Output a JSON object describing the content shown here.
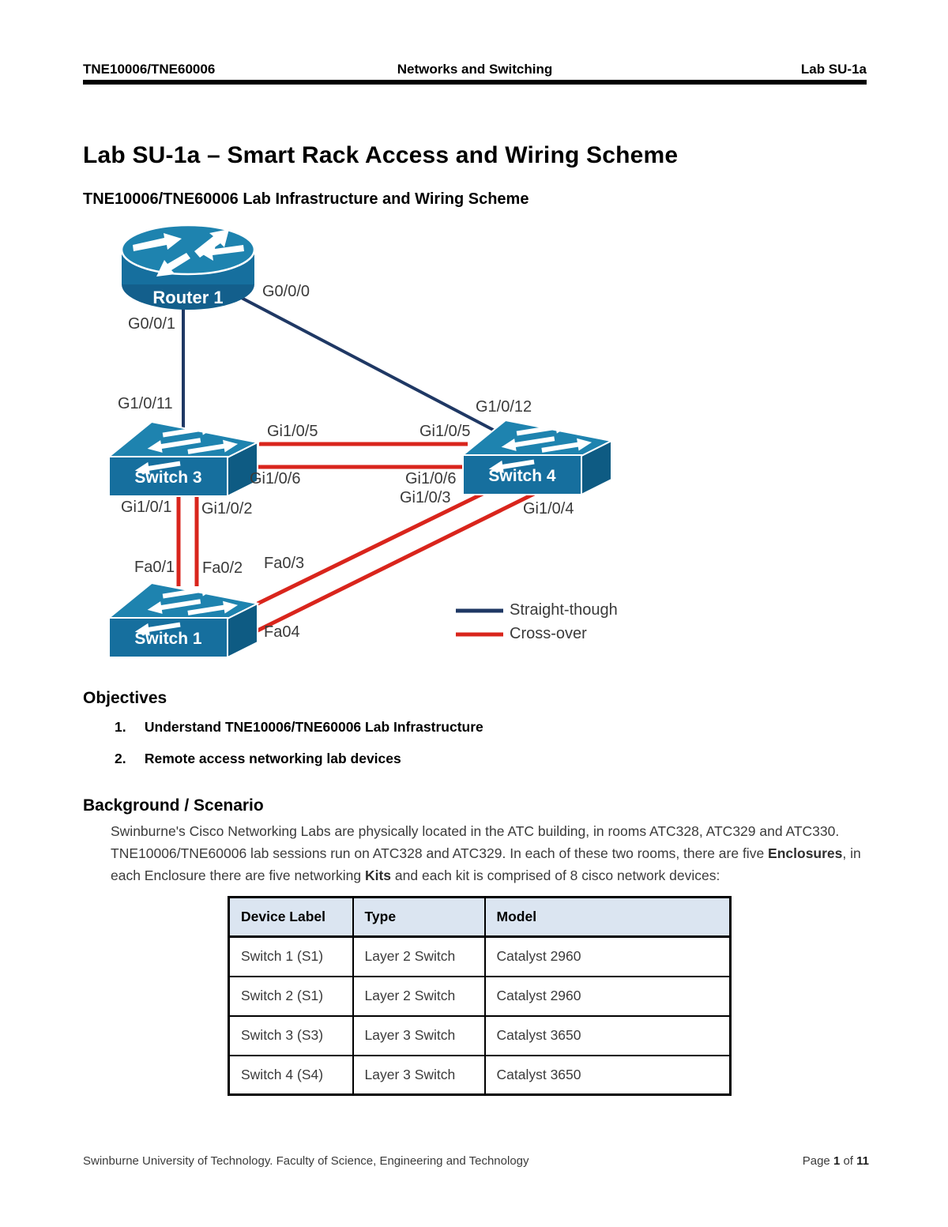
{
  "header": {
    "left": "TNE10006/TNE60006",
    "center": "Networks and Switching",
    "right": "Lab SU-1a"
  },
  "title": "Lab SU-1a – Smart Rack Access and Wiring Scheme",
  "subtitle": "TNE10006/TNE60006 Lab Infrastructure and Wiring Scheme",
  "diagram": {
    "devices": [
      {
        "id": "router1",
        "label": "Router 1",
        "type": "router"
      },
      {
        "id": "switch3",
        "label": "Switch 3",
        "type": "switch"
      },
      {
        "id": "switch4",
        "label": "Switch 4",
        "type": "switch"
      },
      {
        "id": "switch1",
        "label": "Switch 1",
        "type": "switch"
      }
    ],
    "ports": [
      {
        "text": "G0/0/0"
      },
      {
        "text": "G0/0/1"
      },
      {
        "text": "G1/0/11"
      },
      {
        "text": "G1/0/12"
      },
      {
        "text": "Gi1/0/5"
      },
      {
        "text": "Gi1/0/5"
      },
      {
        "text": "Gi1/0/6"
      },
      {
        "text": "Gi1/0/6"
      },
      {
        "text": "Gi1/0/1"
      },
      {
        "text": "Gi1/0/2"
      },
      {
        "text": "Gi1/0/3"
      },
      {
        "text": "Gi1/0/4"
      },
      {
        "text": "Fa0/1"
      },
      {
        "text": "Fa0/2"
      },
      {
        "text": "Fa0/3"
      },
      {
        "text": "Fa04"
      }
    ],
    "links": [
      {
        "from": "Router1 G0/0/1",
        "to": "Switch3 G1/0/11",
        "type": "straight"
      },
      {
        "from": "Router1 G0/0/0",
        "to": "Switch4 G1/0/12",
        "type": "straight"
      },
      {
        "from": "Switch3 Gi1/0/5",
        "to": "Switch4 Gi1/0/5",
        "type": "cross"
      },
      {
        "from": "Switch3 Gi1/0/6",
        "to": "Switch4 Gi1/0/6",
        "type": "cross"
      },
      {
        "from": "Switch3 Gi1/0/1",
        "to": "Switch1 Fa0/1",
        "type": "cross"
      },
      {
        "from": "Switch3 Gi1/0/2",
        "to": "Switch1 Fa0/2",
        "type": "cross"
      },
      {
        "from": "Switch4 Gi1/0/3",
        "to": "Switch1 Fa0/3",
        "type": "cross"
      },
      {
        "from": "Switch4 Gi1/0/4",
        "to": "Switch1 Fa04",
        "type": "cross"
      }
    ],
    "legend": {
      "straight": "Straight-though",
      "cross": "Cross-over"
    },
    "colors": {
      "device_front": "#166F9E",
      "device_top": "#1E83AF",
      "device_side": "#0E5B83",
      "straight_wire": "#1F3864",
      "cross_wire": "#D9251C"
    }
  },
  "objectives": {
    "heading": "Objectives",
    "items": [
      {
        "num": "1.",
        "text": "Understand TNE10006/TNE60006 Lab Infrastructure"
      },
      {
        "num": "2.",
        "text": "Remote access networking lab devices"
      }
    ]
  },
  "background": {
    "heading": "Background / Scenario",
    "p1": "Swinburne's Cisco Networking Labs are physically located in the ATC building, in rooms ATC328, ATC329 and ATC330. TNE10006/TNE60006 lab sessions run on ATC328 and ATC329. In each of these two rooms, there are five ",
    "b1": "Enclosures",
    "p2": ", in each Enclosure there are five networking ",
    "b2": "Kits",
    "p3": " and each kit is comprised of 8 cisco network devices:"
  },
  "table": {
    "headers": [
      "Device Label",
      "Type",
      "Model"
    ],
    "rows": [
      [
        "Switch 1 (S1)",
        "Layer 2 Switch",
        "Catalyst 2960"
      ],
      [
        "Switch 2 (S1)",
        "Layer 2 Switch",
        "Catalyst 2960"
      ],
      [
        "Switch 3 (S3)",
        "Layer 3 Switch",
        "Catalyst 3650"
      ],
      [
        "Switch 4 (S4)",
        "Layer 3 Switch",
        "Catalyst 3650"
      ]
    ],
    "header_bg": "#DBE5F1"
  },
  "footer": {
    "left": "Swinburne University of Technology. Faculty of Science, Engineering and Technology",
    "page_word": "Page",
    "page_num": "1",
    "of_word": "of",
    "page_total": "11"
  }
}
